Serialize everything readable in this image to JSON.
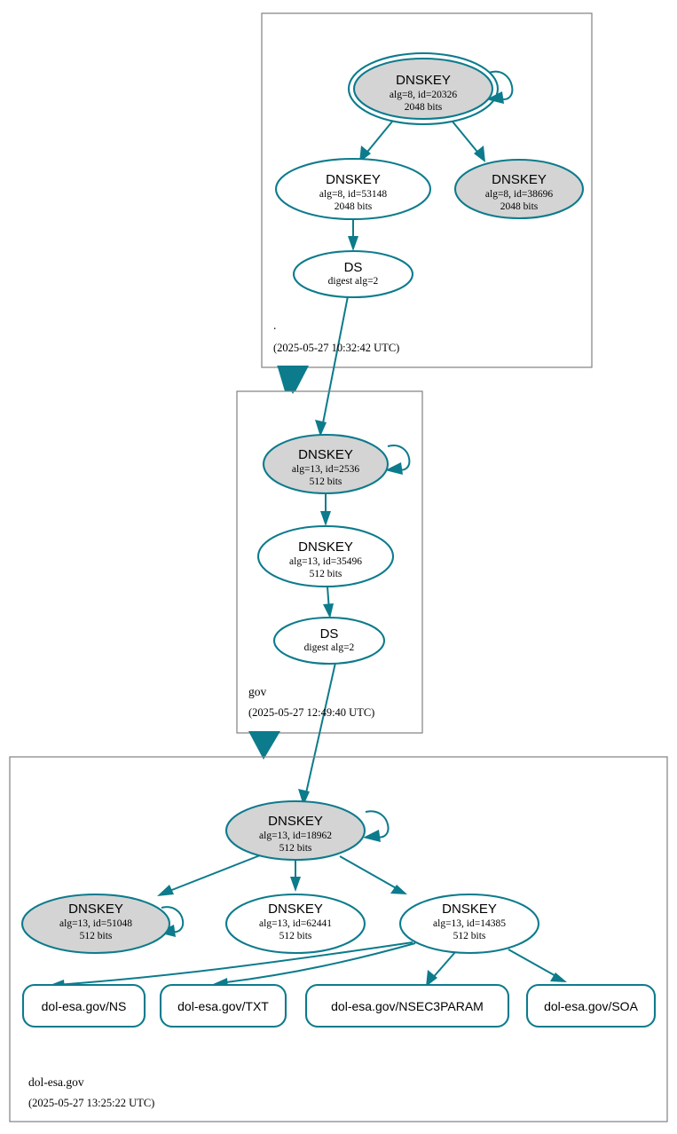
{
  "diagram": {
    "type": "dnssec-authentication-chain",
    "colors": {
      "accent_teal": "#0c7b8c",
      "node_shaded_fill": "#d4d4d4",
      "node_plain_fill": "#ffffff",
      "zone_border": "#808080",
      "background": "#ffffff"
    }
  },
  "zones": [
    {
      "id": "root",
      "label": ".",
      "timestamp": "(2025-05-27 10:32:42 UTC)",
      "nodes": [
        {
          "id": "root-ksk-20326",
          "kind": "DNSKEY",
          "title": "DNSKEY",
          "line2": "alg=8, id=20326",
          "line3": "2048 bits",
          "shaded": true,
          "trust_anchor": true,
          "self_signed": true
        },
        {
          "id": "root-zsk-53148",
          "kind": "DNSKEY",
          "title": "DNSKEY",
          "line2": "alg=8, id=53148",
          "line3": "2048 bits",
          "shaded": false,
          "trust_anchor": false,
          "self_signed": false
        },
        {
          "id": "root-zsk-38696",
          "kind": "DNSKEY",
          "title": "DNSKEY",
          "line2": "alg=8, id=38696",
          "line3": "2048 bits",
          "shaded": true,
          "trust_anchor": false,
          "self_signed": false
        },
        {
          "id": "root-ds",
          "kind": "DS",
          "title": "DS",
          "line2": "digest alg=2",
          "line3": "",
          "shaded": false,
          "trust_anchor": false,
          "self_signed": false
        }
      ]
    },
    {
      "id": "gov",
      "label": "gov",
      "timestamp": "(2025-05-27 12:49:40 UTC)",
      "nodes": [
        {
          "id": "gov-ksk-2536",
          "kind": "DNSKEY",
          "title": "DNSKEY",
          "line2": "alg=13, id=2536",
          "line3": "512 bits",
          "shaded": true,
          "trust_anchor": false,
          "self_signed": true
        },
        {
          "id": "gov-zsk-35496",
          "kind": "DNSKEY",
          "title": "DNSKEY",
          "line2": "alg=13, id=35496",
          "line3": "512 bits",
          "shaded": false,
          "trust_anchor": false,
          "self_signed": false
        },
        {
          "id": "gov-ds",
          "kind": "DS",
          "title": "DS",
          "line2": "digest alg=2",
          "line3": "",
          "shaded": false,
          "trust_anchor": false,
          "self_signed": false
        }
      ]
    },
    {
      "id": "dol-esa-gov",
      "label": "dol-esa.gov",
      "timestamp": "(2025-05-27 13:25:22 UTC)",
      "nodes": [
        {
          "id": "dol-ksk-18962",
          "kind": "DNSKEY",
          "title": "DNSKEY",
          "line2": "alg=13, id=18962",
          "line3": "512 bits",
          "shaded": true,
          "trust_anchor": false,
          "self_signed": true
        },
        {
          "id": "dol-key-51048",
          "kind": "DNSKEY",
          "title": "DNSKEY",
          "line2": "alg=13, id=51048",
          "line3": "512 bits",
          "shaded": true,
          "trust_anchor": false,
          "self_signed": true
        },
        {
          "id": "dol-key-62441",
          "kind": "DNSKEY",
          "title": "DNSKEY",
          "line2": "alg=13, id=62441",
          "line3": "512 bits",
          "shaded": false,
          "trust_anchor": false,
          "self_signed": false
        },
        {
          "id": "dol-key-14385",
          "kind": "DNSKEY",
          "title": "DNSKEY",
          "line2": "alg=13, id=14385",
          "line3": "512 bits",
          "shaded": false,
          "trust_anchor": false,
          "self_signed": false
        }
      ],
      "rrsets": [
        {
          "id": "rr-ns",
          "label": "dol-esa.gov/NS"
        },
        {
          "id": "rr-txt",
          "label": "dol-esa.gov/TXT"
        },
        {
          "id": "rr-nsec3param",
          "label": "dol-esa.gov/NSEC3PARAM"
        },
        {
          "id": "rr-soa",
          "label": "dol-esa.gov/SOA"
        }
      ]
    }
  ]
}
